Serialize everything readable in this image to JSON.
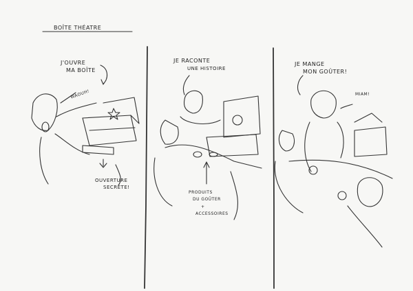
{
  "title": "BOÎTE THÉATRE",
  "panels": [
    {
      "caption_line1": "J'OUVRE",
      "caption_line2": "MA BOÎTE",
      "exclamation": "WAOUH!",
      "note_line1": "OUVERTURE",
      "note_line2": "SECRÈTE!"
    },
    {
      "caption_line1": "JE RACONTE",
      "caption_line2": "UNE HISTOIRE",
      "note_line1": "PRODUITS",
      "note_line2": "DU GOÛTER",
      "note_line3": "+",
      "note_line4": "ACCESSOIRES"
    },
    {
      "caption_line1": "JE MANGE",
      "caption_line2": "MON GOÛTER!",
      "exclamation": "MIAM!"
    }
  ]
}
